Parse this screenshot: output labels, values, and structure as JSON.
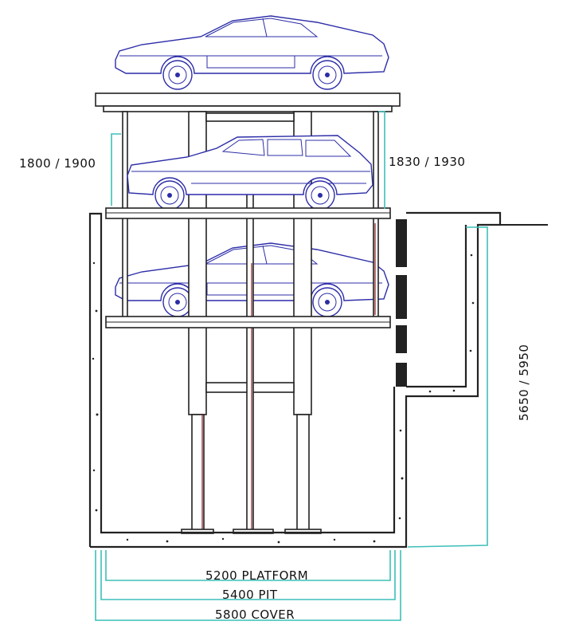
{
  "drawing": {
    "title": "Pit parking system - 3 levels section",
    "colors": {
      "dimension": "#3cbfb8",
      "car": "#2c2ca8",
      "structure": "#222222",
      "rod": "#8a1a1a"
    }
  },
  "dimensions": {
    "left_level_height": "1800 / 1900",
    "right_level_height": "1830 / 1930",
    "pit_depth": "5650 / 5950",
    "platform_width": "5200 PLATFORM",
    "pit_width": "5400 PIT",
    "cover_width": "5800 COVER"
  }
}
